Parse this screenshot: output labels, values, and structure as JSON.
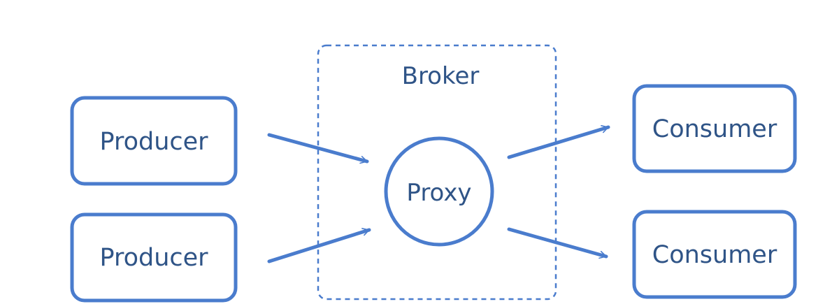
{
  "diagram": {
    "broker": {
      "label": "Broker"
    },
    "proxy": {
      "label": "Proxy"
    },
    "producers": [
      {
        "label": "Producer"
      },
      {
        "label": "Producer"
      }
    ],
    "consumers": [
      {
        "label": "Consumer"
      },
      {
        "label": "Consumer"
      }
    ],
    "colors": {
      "stroke": "#4a7ccd",
      "text": "#2f5487",
      "background": "#ffffff"
    }
  }
}
